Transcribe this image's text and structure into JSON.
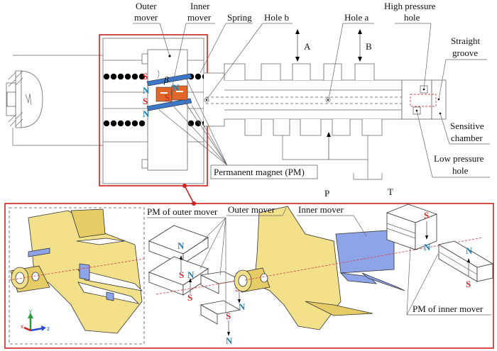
{
  "top_diagram": {
    "labels": {
      "outer_mover": [
        "Outer",
        "mover"
      ],
      "inner_mover": [
        "Inner",
        "mover"
      ],
      "spring": "Spring",
      "hole_b": "Hole b",
      "hole_a": "Hole a",
      "high_pressure_hole": [
        "High pressure",
        "hole"
      ],
      "straight_groove": [
        "Straight",
        "groove"
      ],
      "sensitive_chamber": [
        "Sensitive",
        "chamber"
      ],
      "low_pressure_hole": [
        "Low pressure",
        "hole"
      ],
      "permanent_magnet": "Permanent magnet (PM)",
      "port_a": "A",
      "port_b": "B",
      "port_p": "P",
      "port_t": "T",
      "angle": "β"
    },
    "poles": [
      "S",
      "N",
      "S",
      "N",
      "N",
      "S"
    ]
  },
  "bottom_detail": {
    "labels": {
      "outer_mover": "Outer mover",
      "inner_mover": "Inner mover",
      "pm_outer": "PM of outer mover",
      "pm_inner": "PM of inner mover"
    },
    "axes": {
      "x": "x",
      "y": "y",
      "z": "z"
    },
    "outer_pm_poles": [
      "N",
      "S",
      "N",
      "S",
      "S",
      "N",
      "S",
      "N"
    ],
    "inner_pm_poles": [
      "S",
      "N",
      "N",
      "S"
    ]
  },
  "colors": {
    "highlight_frame": "#d02020",
    "pole_s": "#d22b2b",
    "pole_n": "#1c7fb5",
    "outer_mover_fill": "#f3e08a",
    "inner_mover_fill": "#8ea4e8",
    "pm_orange": "#e0662a",
    "pm_blue": "#3d78c8"
  }
}
